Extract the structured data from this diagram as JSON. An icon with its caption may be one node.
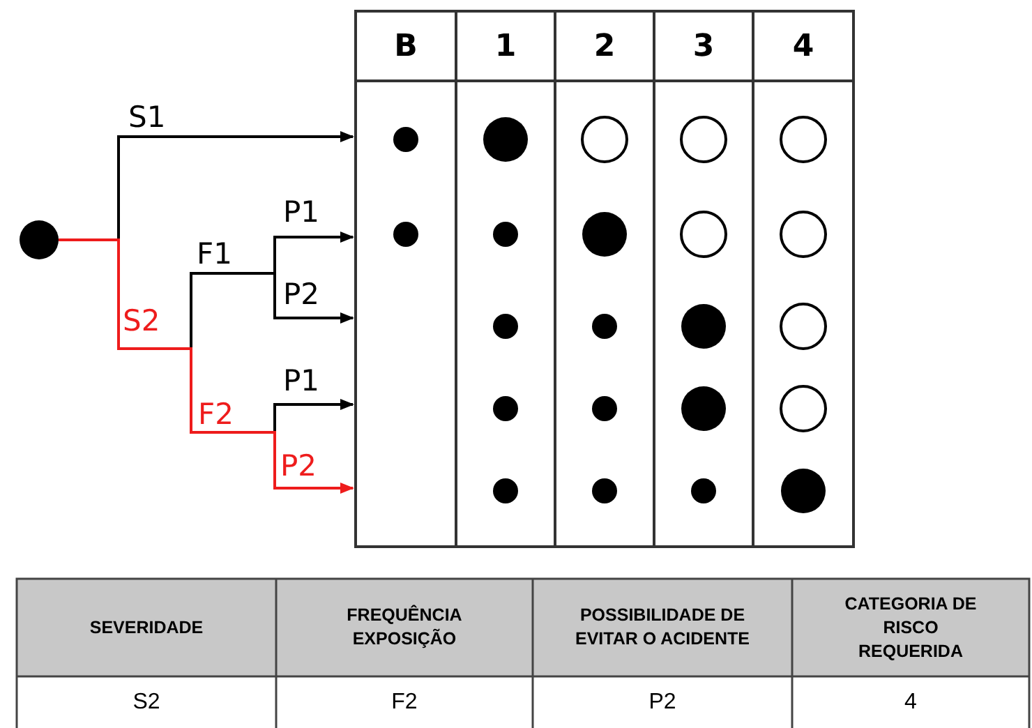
{
  "diagram": {
    "nodes": [
      {
        "text": [],
        "shape": "circle"
      },
      {
        "text": [],
        "shape": "box"
      }
    ],
    "edges": [
      {
        "from": 0,
        "to": 1,
        "arrow": "to",
        "label": "S1"
      },
      {
        "from": 0,
        "to": 1,
        "arrow": "to",
        "label": "P1"
      },
      {
        "from": 0,
        "to": 1,
        "arrow": "to",
        "label": "P2"
      },
      {
        "from": 0,
        "to": 1,
        "arrow": "to",
        "label": "P1"
      },
      {
        "from": 0,
        "to": 1,
        "arrow": "to",
        "label": "P2",
        "color": "#ee1c1c"
      }
    ],
    "labels": [
      "B",
      "1",
      "2",
      "3",
      "4",
      "F1",
      "S2",
      "F2",
      "SEVERIDADE",
      "FREQUÊNCIA EXPOSIÇÃO",
      "POSSIBILIDADE DE EVITAR O ACIDENTE",
      "CATEGORIA DE RISCO REQUERIDA",
      "S2",
      "F2",
      "P2",
      "4"
    ]
  }
}
